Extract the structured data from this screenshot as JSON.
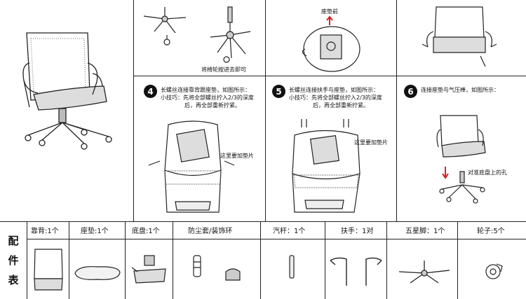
{
  "steps": {
    "s3_caption": "将椅轮按进去即可",
    "s3b_label": "座垫前",
    "s4": {
      "num": "4",
      "line1": "长螺丝连接靠背跟座垫，如图所示：",
      "line2": "小技巧：先将全部螺丝拧入2/3的深度",
      "line3": "后，再全部重新拧紧。",
      "note": "这里要加垫片"
    },
    "s5": {
      "num": "5",
      "line1": "长螺丝连接扶手与座垫，如图所示：",
      "line2": "小技巧：先将全部螺丝拧入2/3的深度",
      "line3": "后，再全部重新拧紧。",
      "note": "这里要加垫片"
    },
    "s6": {
      "num": "6",
      "line1": "连接座垫与气压棒，如图所示：",
      "note": "对准底盘上的孔"
    }
  },
  "parts": {
    "title": [
      "配",
      "件",
      "表"
    ],
    "items": [
      {
        "label": "靠背:1个"
      },
      {
        "label": "座垫:1个"
      },
      {
        "label": "底盘:1个"
      },
      {
        "label": "防尘套/装饰环"
      },
      {
        "label": "汽杆：1个"
      },
      {
        "label": "扶手：1对"
      },
      {
        "label": "五星脚：1个"
      },
      {
        "label": "轮子:5个"
      }
    ]
  },
  "colors": {
    "line": "#222222",
    "arrow": "#d42020"
  }
}
